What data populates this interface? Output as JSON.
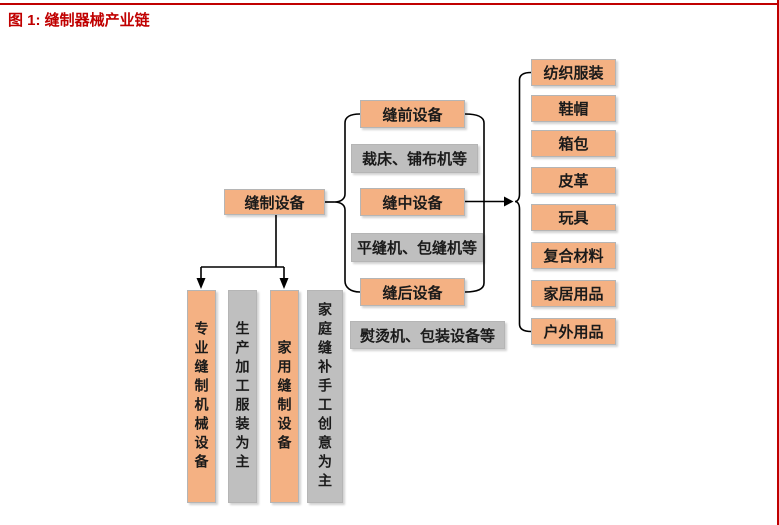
{
  "colors": {
    "accent_red": "#C00000",
    "box_orange": "#F4B183",
    "box_gray": "#BFBFBF",
    "line_black": "#000000"
  },
  "figure": {
    "title": "图 1: 缝制器械产业链"
  },
  "diagram": {
    "root": {
      "label": "缝制设备"
    },
    "process_stages": [
      {
        "label": "缝前设备",
        "examples": "裁床、铺布机等"
      },
      {
        "label": "缝中设备",
        "examples": "平缝机、包缝机等"
      },
      {
        "label": "缝后设备",
        "examples": "熨烫机、包装设备等"
      }
    ],
    "downstream_applications": [
      "纺织服装",
      "鞋帽",
      "箱包",
      "皮革",
      "玩具",
      "复合材料",
      "家居用品",
      "户外用品"
    ],
    "market_segments": [
      {
        "label": "专业缝制机械设备",
        "style": "orange"
      },
      {
        "label": "生产加工服装为主",
        "style": "gray"
      },
      {
        "label": "家用缝制设备",
        "style": "orange"
      },
      {
        "label": "家庭缝补手工创意为主",
        "style": "gray"
      }
    ]
  }
}
